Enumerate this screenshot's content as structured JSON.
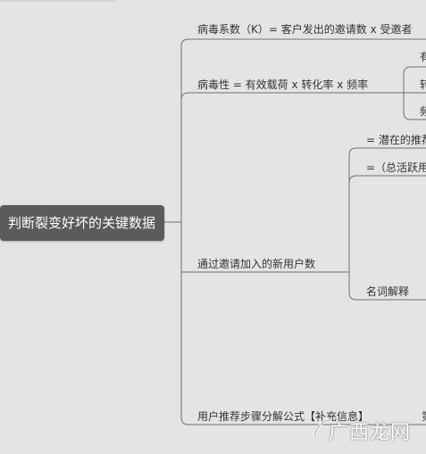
{
  "root": {
    "label": "判断裂变好坏的关键数据"
  },
  "branches": [
    {
      "id": "viral-coefficient",
      "label": "病毒系数（K）= 客户发出的邀请数 x 受邀者"
    },
    {
      "id": "virality",
      "label": "病毒性 = 有效载荷 x 转化率 x 频率"
    },
    {
      "id": "new-users",
      "label": "通过邀请加入的新用户数"
    },
    {
      "id": "referral-formula",
      "label": "用户推荐步骤分解公式【补充信息】"
    }
  ],
  "sub_items": {
    "virality": [
      "有",
      "转",
      "频"
    ],
    "new_users": [
      "= 潜在的推荐",
      "=（总活跃用",
      "名词解释"
    ],
    "referral_formula": [
      "第"
    ]
  },
  "watermark": {
    "text": "广西龙网"
  }
}
